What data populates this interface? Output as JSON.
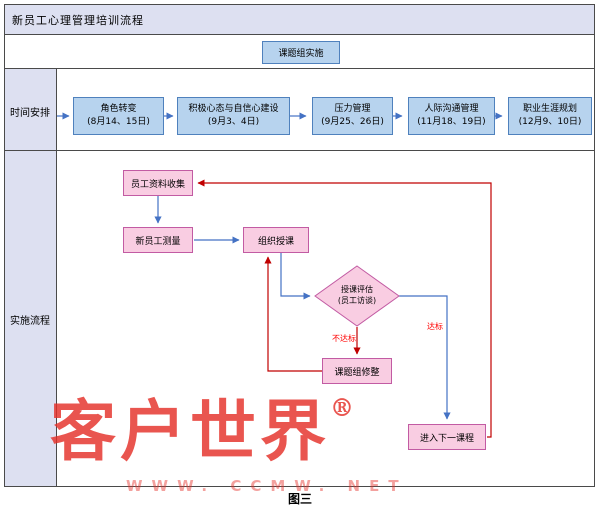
{
  "title": "新员工心理管理培训流程",
  "subtitle_box": "课题组实施",
  "time": {
    "label": "时间安排",
    "steps": [
      {
        "name": "角色转变",
        "date": "(8月14、15日)"
      },
      {
        "name": "积极心态与自信心建设",
        "date": "(9月3、4日)"
      },
      {
        "name": "压力管理",
        "date": "(9月25、26日)"
      },
      {
        "name": "人际沟通管理",
        "date": "(11月18、19日)"
      },
      {
        "name": "职业生涯规划",
        "date": "(12月9、10日)"
      }
    ]
  },
  "process": {
    "label": "实施流程",
    "collect": "员工资料收集",
    "measure": "新员工测量",
    "teach": "组织授课",
    "evaluate_line1": "授课评估",
    "evaluate_line2": "(员工访谈)",
    "adjust": "课题组修整",
    "next": "进入下一课程",
    "fail_label": "不达标",
    "pass_label": "达标"
  },
  "caption": "图三",
  "watermark": {
    "brand": "客户世界",
    "registered": "®",
    "site": "WWW. CCMW. NET"
  },
  "colors": {
    "header_bg": "#dde0f1",
    "line": "#4a4a4a",
    "blue_fill": "#b7d3ee",
    "blue_border": "#4f81bd",
    "arrow_blue": "#4472c4",
    "pink_fill": "#f9cde2",
    "pink_border": "#c25ba3",
    "arrow_red": "#c00000",
    "label_red": "#ff0000",
    "watermark_red": "#e53029"
  }
}
